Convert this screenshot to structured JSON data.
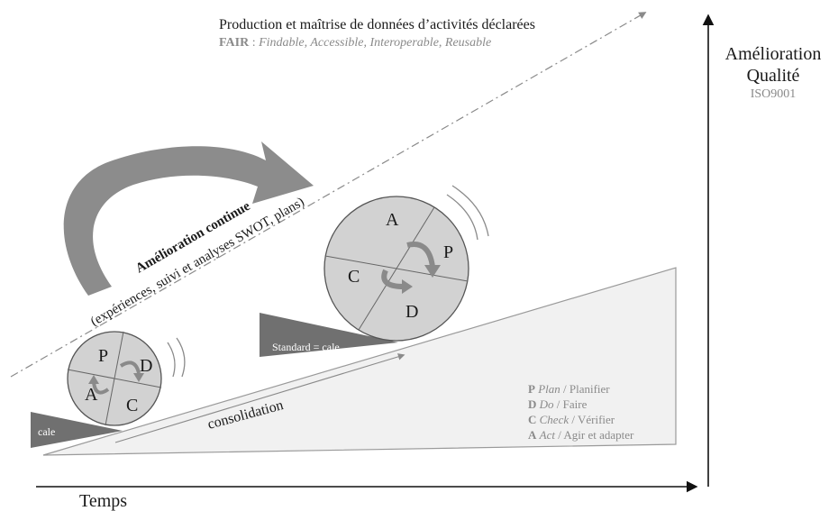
{
  "header": {
    "title": "Production et maîtrise de données d’activités déclarées",
    "fair_label": "FAIR",
    "fair_separator": " : ",
    "fair_detail": "Findable, Accessible, Interoperable, Reusable"
  },
  "y_axis": {
    "label_line1": "Amélioration",
    "label_line2": "Qualité",
    "label_sub": "ISO9001"
  },
  "x_axis": {
    "label": "Temps"
  },
  "continuous": {
    "title": "Amélioration continue",
    "subtitle": "(expériences, suivi et analyses SWOT, plans)"
  },
  "wedges": {
    "small": "cale",
    "large": "Standard = cale"
  },
  "slope_label": "consolidation",
  "small_wheel": {
    "top_left": "P",
    "top_right": "D",
    "bottom_left": "A",
    "bottom_right": "C"
  },
  "large_wheel": {
    "top": "A",
    "right": "P",
    "left": "C",
    "bottom": "D"
  },
  "legend": [
    {
      "letter": "P",
      "english": "Plan",
      "french": " / Planifier"
    },
    {
      "letter": "D",
      "english": "Do",
      "french": " / Faire"
    },
    {
      "letter": "C",
      "english": "Check",
      "french": " / Vérifier"
    },
    {
      "letter": "A",
      "english": "Act",
      "french": " / Agir et adapter"
    }
  ],
  "colors": {
    "ink": "#1a1a1a",
    "grey_text": "#8a8a8a",
    "wedge": "#707070",
    "big_arrow": "#8c8c8c",
    "ramp_fill": "#f1f1f1",
    "wheel_fill": "#d2d2d2",
    "cycle_arrow": "#8a8a8a"
  }
}
